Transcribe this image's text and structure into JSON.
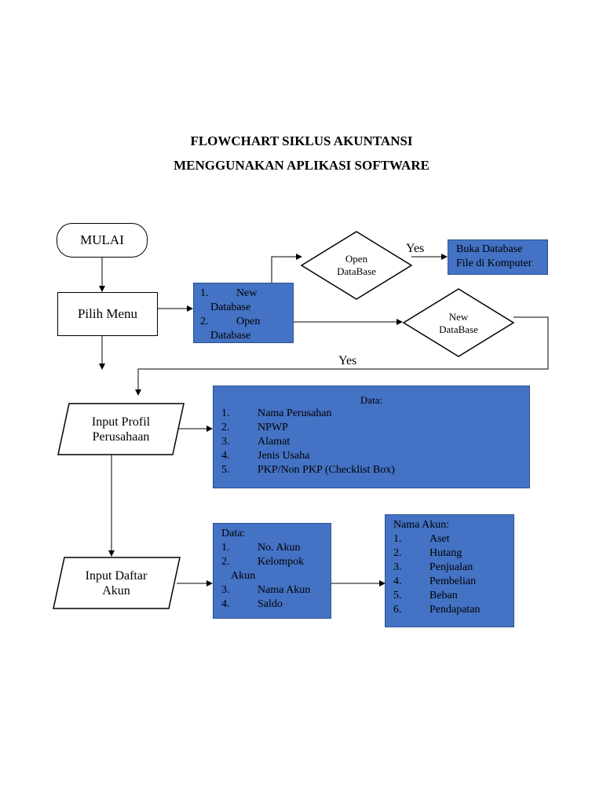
{
  "title": {
    "line1": "FLOWCHART SIKLUS AKUNTANSI",
    "line2": "MENGGUNAKAN APLIKASI SOFTWARE"
  },
  "nodes": {
    "start": "MULAI",
    "pilih_menu": "Pilih Menu",
    "menu_options": {
      "item1_num": "1.",
      "item1_text": "New",
      "item1_cont": "Database",
      "item2_num": "2.",
      "item2_text": "Open",
      "item2_cont": "Database"
    },
    "decision_open": {
      "line1": "Open",
      "line2": "DataBase"
    },
    "decision_new": {
      "line1": "New",
      "line2": "DataBase"
    },
    "buka_database": {
      "line1": "Buka Database",
      "line2": "File di Komputer"
    },
    "input_profil": {
      "line1": "Input Profil",
      "line2": "Perusahaan"
    },
    "profil_data": {
      "heading": "Data:",
      "items": [
        {
          "num": "1.",
          "text": "Nama Perusahan"
        },
        {
          "num": "2.",
          "text": "NPWP"
        },
        {
          "num": "3.",
          "text": "Alamat"
        },
        {
          "num": "4.",
          "text": "Jenis Usaha"
        },
        {
          "num": "5.",
          "text": "PKP/Non PKP (Checklist Box)"
        }
      ]
    },
    "input_akun": {
      "line1": "Input Daftar",
      "line2": "Akun"
    },
    "akun_data": {
      "heading": "Data:",
      "item1_num": "1.",
      "item1_text": "No. Akun",
      "item2_num": "2.",
      "item2_text": "Kelompok",
      "item2_cont": "Akun",
      "item3_num": "3.",
      "item3_text": "Nama Akun",
      "item4_num": "4.",
      "item4_text": "Saldo"
    },
    "nama_akun": {
      "heading": "Nama Akun:",
      "items": [
        {
          "num": "1.",
          "text": "Aset"
        },
        {
          "num": "2.",
          "text": "Hutang"
        },
        {
          "num": "3.",
          "text": "Penjualan"
        },
        {
          "num": "4.",
          "text": "Pembelian"
        },
        {
          "num": "5.",
          "text": "Beban"
        },
        {
          "num": "6.",
          "text": "Pendapatan"
        }
      ]
    }
  },
  "labels": {
    "yes_open": "Yes",
    "yes_new": "Yes"
  },
  "colors": {
    "box_fill": "#4472c4",
    "box_border": "#2f528f"
  }
}
